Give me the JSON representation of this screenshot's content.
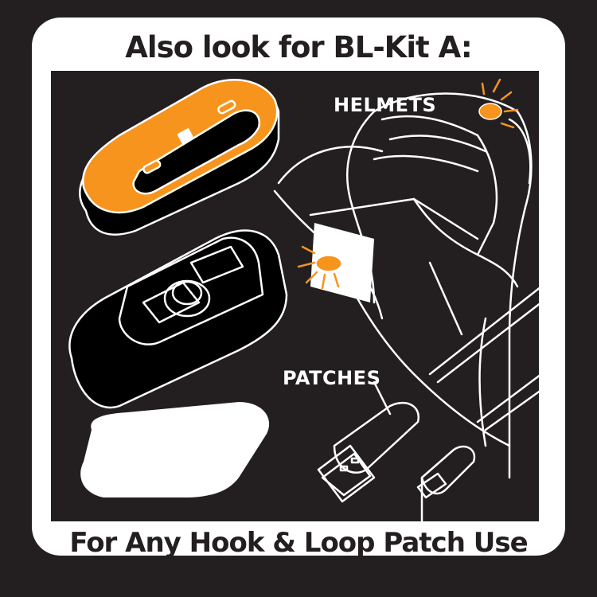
{
  "header": {
    "title": "Also look for BL-Kit A:"
  },
  "footer": {
    "caption": "For Any Hook & Loop Patch Use"
  },
  "illustration": {
    "labels": {
      "helmets": "HELMETS",
      "patches": "PATCHES"
    },
    "items": [
      "light-device",
      "patch-mount-base",
      "hook-and-loop-patch",
      "person-with-helmet",
      "usb-cable"
    ],
    "colors": {
      "background": "#231f20",
      "card": "#ffffff",
      "accent": "#f7941d",
      "line": "#ffffff"
    }
  }
}
